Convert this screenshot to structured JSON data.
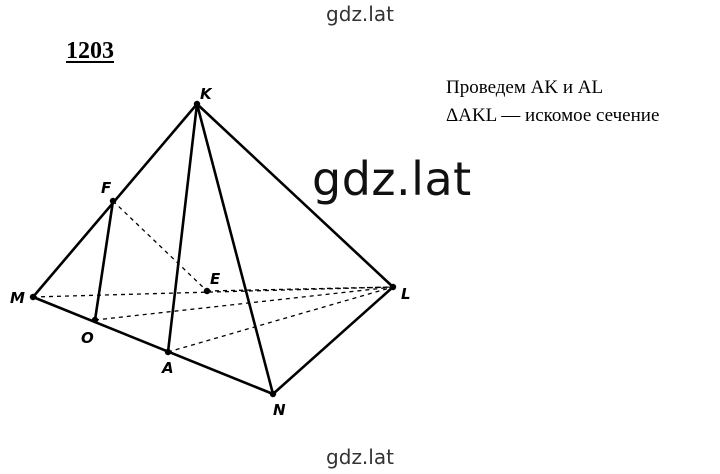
{
  "watermark": {
    "top": "gdz.lat",
    "center": "gdz.lat",
    "bottom": "gdz.lat"
  },
  "problem": {
    "number": "1203",
    "lines": [
      "Проведем AK и AL",
      "ΔAKL — искомое сечение"
    ]
  },
  "diagram": {
    "points": [
      {
        "id": "K",
        "label": "K"
      },
      {
        "id": "F",
        "label": "F"
      },
      {
        "id": "M",
        "label": "M"
      },
      {
        "id": "E",
        "label": "E"
      },
      {
        "id": "L",
        "label": "L"
      },
      {
        "id": "O",
        "label": "O"
      },
      {
        "id": "A",
        "label": "A"
      },
      {
        "id": "N",
        "label": "N"
      }
    ],
    "solid_edges": [
      [
        "K",
        "M"
      ],
      [
        "K",
        "N"
      ],
      [
        "K",
        "L"
      ],
      [
        "M",
        "N"
      ],
      [
        "N",
        "L"
      ],
      [
        "F",
        "O"
      ],
      [
        "K",
        "A"
      ]
    ],
    "dashed_edges": [
      [
        "M",
        "L"
      ],
      [
        "F",
        "E"
      ],
      [
        "E",
        "L"
      ],
      [
        "O",
        "L"
      ],
      [
        "A",
        "L"
      ]
    ]
  }
}
